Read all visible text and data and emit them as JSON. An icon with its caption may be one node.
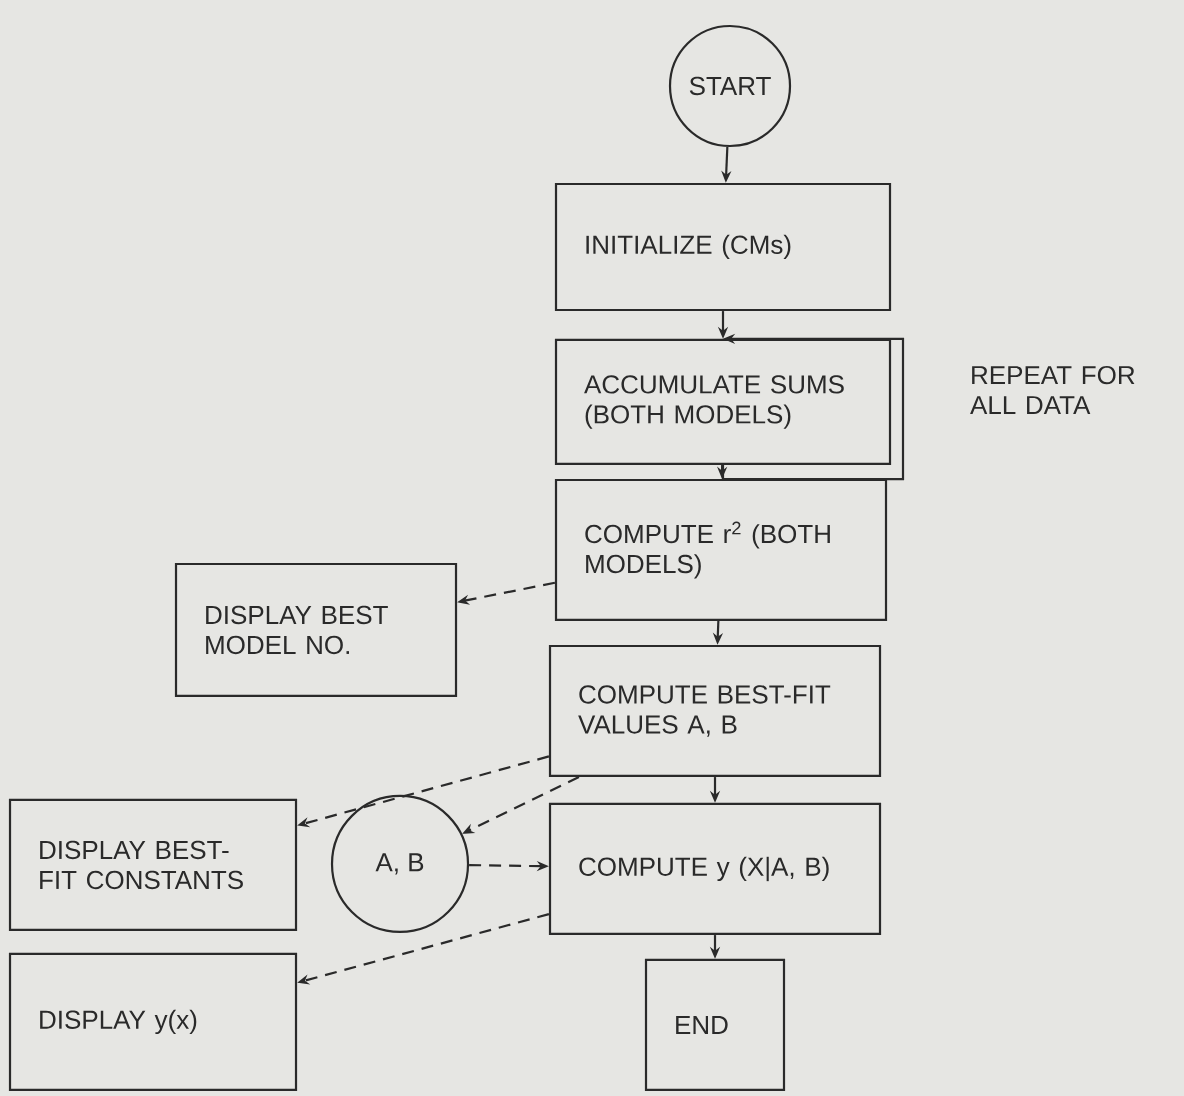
{
  "diagram": {
    "nodes": [
      {
        "text": [
          "START"
        ]
      },
      {
        "text": [
          "INITIALIZE (CMs)"
        ]
      },
      {
        "text": [
          "ACCUMULATE SUMS (BOTH MODELS)"
        ]
      },
      {
        "text": [
          "COMPUTE r$^{2}$ (BOTH MODELS)"
        ]
      },
      {
        "text": [
          "DISPLAY BEST MODEL NO."
        ]
      },
      {
        "text": [
          "COMPUTE BEST-FIT VALUES A, B"
        ]
      },
      {
        "text": [
          "DISPLAY BEST-FIT CONSTANTS"
        ]
      },
      {
        "text": [
          "A, B"
        ]
      },
      {
        "text": [
          "COMPUTE y (X|A, B)"
        ]
      },
      {
        "text": [
          "DISPLAY y(x)"
        ]
      },
      {
        "text": [
          "END"
        ]
      }
    ],
    "edges": [
      {
        "from": 0,
        "to": 1,
        "arrow": "to"
      },
      {
        "from": 1,
        "to": 2,
        "arrow": "to"
      },
      {
        "from": 2,
        "to": 2,
        "arrow": "to",
        "label": "REPEAT FOR ALL DATA"
      },
      {
        "from": 2,
        "to": 3,
        "arrow": "to"
      },
      {
        "from": 3,
        "to": 4,
        "arrow": "to",
        "style": "dashed"
      },
      {
        "from": 3,
        "to": 5,
        "arrow": "to"
      },
      {
        "from": 5,
        "to": 6,
        "arrow": "to",
        "style": "dashed"
      },
      {
        "from": 5,
        "to": 7,
        "arrow": "to",
        "style": "dashed"
      },
      {
        "from": 5,
        "to": 8,
        "arrow": "to"
      },
      {
        "from": 7,
        "to": 8,
        "arrow": "to",
        "style": "dashed"
      },
      {
        "from": 8,
        "to": 9,
        "arrow": "to",
        "style": "dashed"
      },
      {
        "from": 8,
        "to": 10,
        "arrow": "to"
      }
    ]
  }
}
